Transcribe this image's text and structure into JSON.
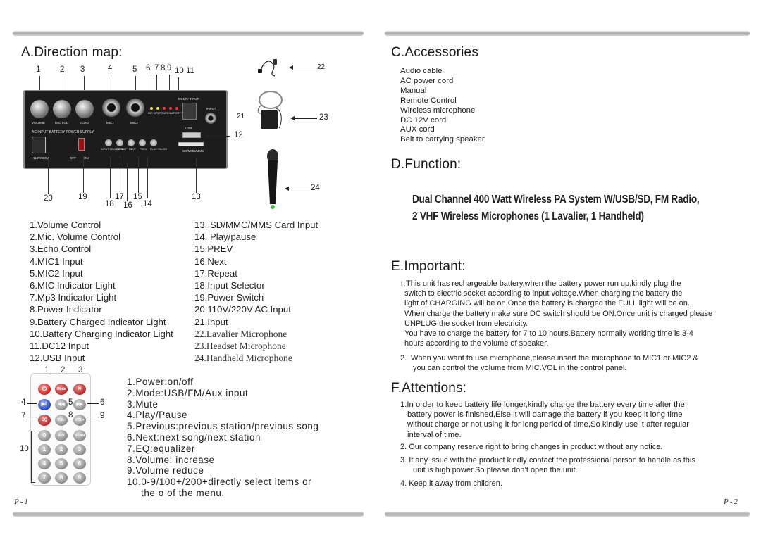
{
  "page1": {
    "section_a_title": "A.Direction map:",
    "callout_numbers_top": [
      "1",
      "2",
      "3",
      "4",
      "5",
      "6",
      "7",
      "8",
      "9",
      "10",
      "11"
    ],
    "callout_numbers_bottom": [
      "20",
      "19",
      "18",
      "17",
      "16",
      "15",
      "14",
      "13"
    ],
    "callout_numbers_right": [
      "22",
      "21",
      "23",
      "12",
      "24"
    ],
    "panel_labels": {
      "volume": "VOLUME",
      "mic_vol": "MIC VOL",
      "echo": "ECHO",
      "mic1": "MIC1",
      "mic2": "MIC2",
      "dc12v": "DC12V INPUT",
      "input": "INPUT",
      "usb": "USB",
      "sdmmc": "SD/MMC/MMS",
      "ac_input": "AC INPUT  BATTERY POWER SUPPLY",
      "voltage": "110V/220V",
      "off": "OFF",
      "on": "ON",
      "input_selector": "INPUT SELECTOR",
      "repeat": "REPEAT",
      "next": "NEXT",
      "prev": "PREV",
      "play_pause": "PLAY/ PAUSE",
      "led_labels": "MIC MP3 POWER BATTERY BATTERY"
    },
    "direction_list_left": [
      "1.Volume Control",
      "2.Mic. Volume Control",
      "3.Echo Control",
      "4.MIC1 Input",
      "5.MIC2 Input",
      "6.MIC Indicator Light",
      "7.Mp3 Indicator Light",
      "8.Power Indicator",
      "9.Battery Charged Indicator Light",
      "10.Battery Charging Indicator Light",
      "11.DC12 Input",
      "12.USB Input"
    ],
    "direction_list_right": [
      "13. SD/MMC/MMS Card Input",
      "14. Play/pause",
      "15.PREV",
      "16.Next",
      "17.Repeat",
      "18.Input Selector",
      "19.Power Switch",
      "20.110V/220V AC Input",
      "21.Input"
    ],
    "direction_list_right_serif": [
      "22.Lavalier Microphone",
      "23.Headset Microphone",
      "24.Handheld Microphone"
    ],
    "remote_callouts": [
      "1",
      "2",
      "3",
      "4",
      "5",
      "6",
      "7",
      "8",
      "9",
      "10"
    ],
    "remote_buttons": {
      "mode": "Mode",
      "vol_minus": "VOL-",
      "vol_plus": "VOL+",
      "eq": "EQ",
      "rpt": "RPT",
      "scan": "SCAN",
      "digits": [
        "0",
        "1",
        "2",
        "3",
        "4",
        "5",
        "6",
        "7",
        "8",
        "9"
      ]
    },
    "remote_list": [
      "1.Power:on/off",
      "2.Mode:USB/FM/Aux input",
      "3.Mute",
      "4.Play/Pause",
      "5.Previous:previous station/previous song",
      "6.Next:next song/next station",
      "7.EQ:equalizer",
      "8.Volume: increase",
      "9.Volume reduce",
      "10.0-9/100+/200+directly select items or",
      "the o of the menu."
    ],
    "page_number": "P-1"
  },
  "page2": {
    "section_c_title": "C.Accessories",
    "accessories": [
      "Audio cable",
      "AC power cord",
      "Manual",
      "Remote Control",
      "Wireless microphone",
      "DC 12V cord",
      "AUX cord",
      "Belt to carrying speaker"
    ],
    "section_d_title": "D.Function:",
    "function_lines": [
      "Dual Channel 400 Watt Wireless PA System W/USB/SD, FM Radio,",
      "2 VHF Wireless Microphones (1 Lavalier, 1 Handheld)"
    ],
    "section_e_title": "E.Important:",
    "important_1_num": "1.",
    "important_1_lines": [
      "This  unit  has  rechargeable battery,when the battery power run up,kindly plug the",
      "switch to electric socket according to input voltage.When charging the battery the",
      "light of CHARGING will be on.Once the battery is charged the FULL light will be on.",
      "When charge the battery make sure DC switch should be ON.Once unit is charged please",
      "UNPLUG the socket from electricity.",
      "You have to charge the battery for 7 to 10 hours.Battery normally working time is 3-4",
      "hours according to the volume of speaker."
    ],
    "important_2_num": "2.",
    "important_2_lines": [
      "When you want to use microphone,please insert the microphone to MIC1 or MIC2 &",
      "you can control the volume from MIC.VOL in the control panel."
    ],
    "section_f_title": "F.Attentions:",
    "attention_1_lines": [
      "1.In order to keep battery life longer,kindly charge the battery every time after the",
      "battery power is finished,Else it will damage the battery if you keep it long time",
      "without charge or not using it for long period of time,So kindly use it after regular",
      "interval of time."
    ],
    "attention_2": "2.  Our company reserve right to bring changes in product without any notice.",
    "attention_3_lines": [
      "3.   If any issue with the product kindly contact the professional person to handle as this",
      "unit is high power,So please don’t open the unit."
    ],
    "attention_4": "4.   Keep it away from children.",
    "page_number": "P-2"
  }
}
